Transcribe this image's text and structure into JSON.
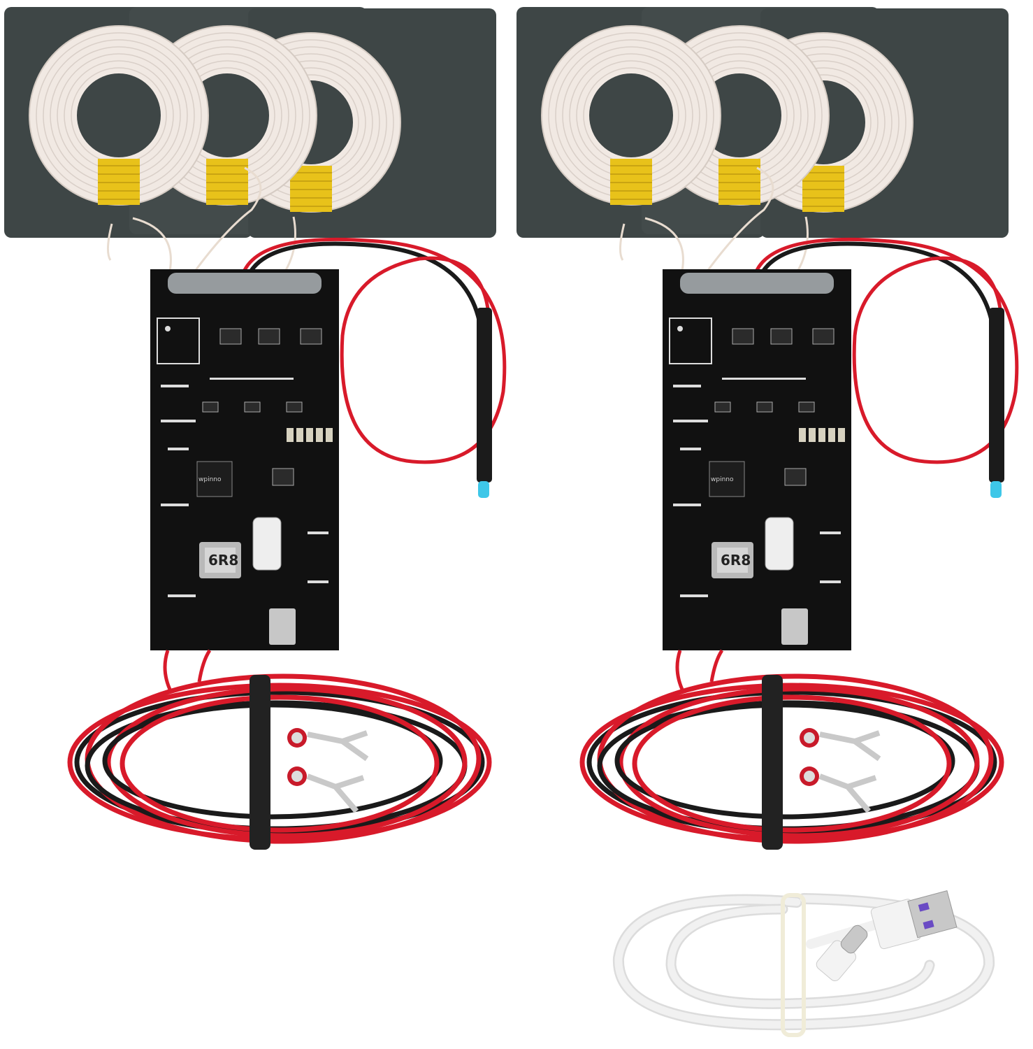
{
  "scene": {
    "kits": [
      {
        "inductor_marking": "6R8",
        "chip_marking": "wpinno"
      },
      {
        "inductor_marking": "6R8",
        "chip_marking": "wpinno"
      }
    ],
    "colors": {
      "background": "#ffffff",
      "coil_plate": "#3e4646",
      "coil_wire": "#f2ebe6",
      "coil_tape": "#e8c21a",
      "pcb": "#111111",
      "wire_red": "#d81a2a",
      "wire_black": "#1a1a1a",
      "led": "#3ec7e8",
      "usb_cable": "#f4f4f4"
    }
  }
}
